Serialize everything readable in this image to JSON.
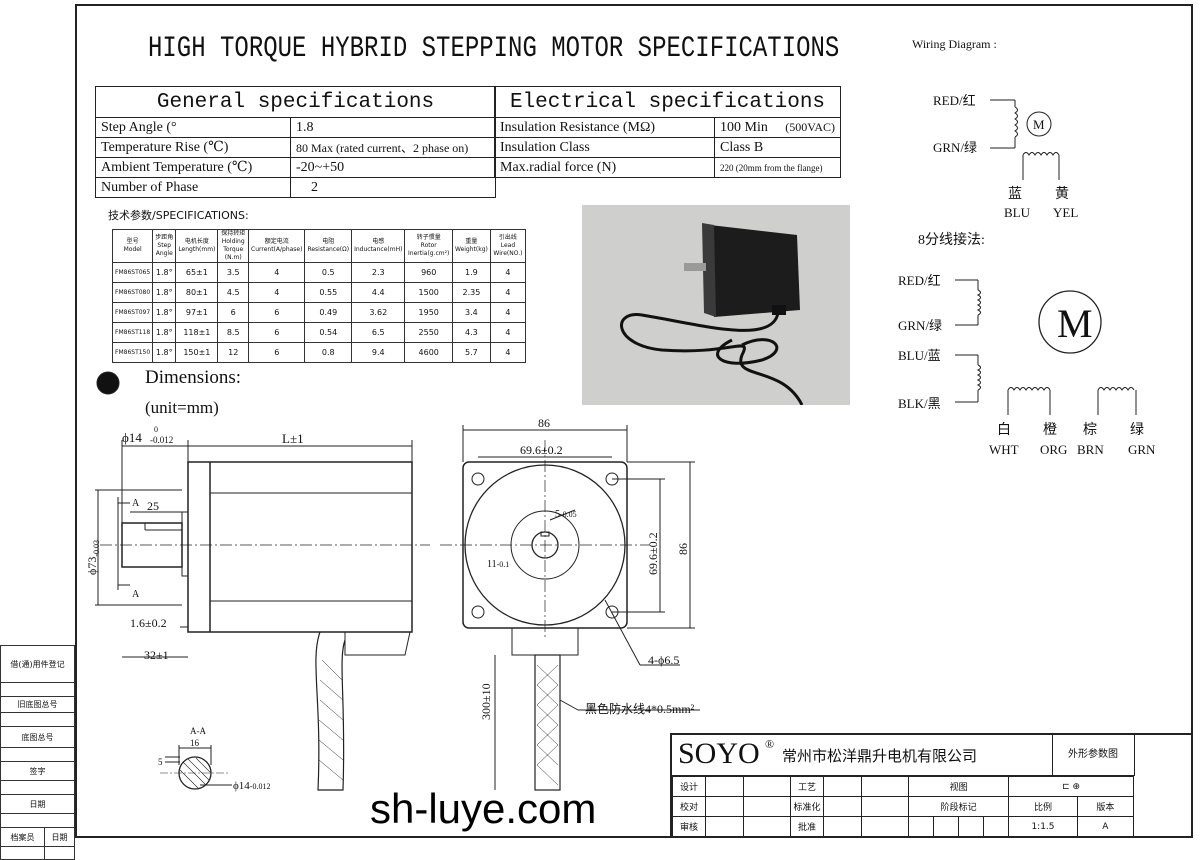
{
  "title": "HIGH TORQUE HYBRID STEPPING MOTOR SPECIFICATIONS",
  "general": {
    "heading": "General specifications",
    "rows": [
      {
        "label": "Step Angle (°",
        "value": "1.8"
      },
      {
        "label": "Temperature Rise (℃)",
        "value": "80 Max (rated current、2 phase on)"
      },
      {
        "label": "Ambient Temperature (℃)",
        "value": "-20~+50"
      },
      {
        "label": "Number of Phase",
        "value": "2"
      }
    ]
  },
  "electrical": {
    "heading": "Electrical specifications",
    "rows": [
      {
        "label": "Insulation Resistance (MΩ)",
        "value": "100 Min",
        "note": "(500VAC)"
      },
      {
        "label": "Insulation Class",
        "value": "Class B",
        "note": ""
      },
      {
        "label": "Max.radial force (N)",
        "value": "220",
        "note": "(20mm from the flange)"
      }
    ]
  },
  "model_table": {
    "caption": "技术参数/SPECIFICATIONS:",
    "headers": [
      {
        "cn": "型号",
        "en": "Model"
      },
      {
        "cn": "步距角",
        "en": "Step Angle"
      },
      {
        "cn": "电机长度",
        "en": "Length(mm)"
      },
      {
        "cn": "保持转矩",
        "en": "Holding Torque (N.m)"
      },
      {
        "cn": "额定电流",
        "en": "Current(A/phase)"
      },
      {
        "cn": "电阻",
        "en": "Resistance(Ω)"
      },
      {
        "cn": "电感",
        "en": "Inductance(mH)"
      },
      {
        "cn": "转子惯量",
        "en": "Rotor Inertia(g.cm²)"
      },
      {
        "cn": "重量",
        "en": "Weight(kg)"
      },
      {
        "cn": "引出线",
        "en": "Lead Wire(NO.)"
      }
    ],
    "rows": [
      [
        "FM86ST065",
        "1.8°",
        "65±1",
        "3.5",
        "4",
        "0.5",
        "2.3",
        "960",
        "1.9",
        "4"
      ],
      [
        "FM86ST080",
        "1.8°",
        "80±1",
        "4.5",
        "4",
        "0.55",
        "4.4",
        "1500",
        "2.35",
        "4"
      ],
      [
        "FM86ST097",
        "1.8°",
        "97±1",
        "6",
        "6",
        "0.49",
        "3.62",
        "1950",
        "3.4",
        "4"
      ],
      [
        "FM86ST118",
        "1.8°",
        "118±1",
        "8.5",
        "6",
        "0.54",
        "6.5",
        "2550",
        "4.3",
        "4"
      ],
      [
        "FM86ST150",
        "1.8°",
        "150±1",
        "12",
        "6",
        "0.8",
        "9.4",
        "4600",
        "5.7",
        "4"
      ]
    ]
  },
  "wiring": {
    "title": "Wiring Diagram :",
    "four": {
      "red": "RED/红",
      "grn": "GRN/绿",
      "blu_cn": "蓝",
      "blu": "BLU",
      "yel_cn": "黄",
      "yel": "YEL",
      "motor": "M"
    },
    "eight_title": "8分线接法:",
    "eight": {
      "red": "RED/红",
      "grn": "GRN/绿",
      "blu": "BLU/蓝",
      "blk": "BLK/黑",
      "wht_cn": "白",
      "wht": "WHT",
      "org_cn": "橙",
      "org": "ORG",
      "brn_cn": "棕",
      "brn": "BRN",
      "grn2_cn": "绿",
      "grn2": "GRN",
      "motor": "M"
    }
  },
  "dimensions": {
    "title": "Dimensions:",
    "unit": "(unit=mm)",
    "shaft_dia": "ϕ14",
    "shaft_tol_up": "0",
    "shaft_tol_low": "-0.012",
    "length": "L±1",
    "key_len": "25",
    "section_a": "A",
    "boss_dia": "ϕ73",
    "boss_tol_up": "0",
    "boss_tol_low": "-0.03",
    "boss_height": "1.6±0.2",
    "shaft_len": "32±1",
    "flange": "86",
    "hole_spacing": "69.6±0.2",
    "key_w": "5",
    "key_w_up": "0",
    "key_w_low": "-0.05",
    "flat": "11",
    "flat_up": "0",
    "flat_low": "-0.1",
    "hole_spacing_v": "69.6±0.2",
    "flange_v": "86",
    "holes": "4-ϕ6.5",
    "cable_len": "300±10",
    "cable_note": "黑色防水线4*0.5mm²",
    "section_label": "A-A",
    "sec_w": "16",
    "sec_h": "5",
    "sec_dia": "ϕ14",
    "sec_up": "0",
    "sec_low": "-0.012"
  },
  "stamp": [
    "借(通)用件登记",
    "旧底图总号",
    "底图总号",
    "签字",
    "日期",
    "档案员",
    "日期"
  ],
  "title_block": {
    "brand": "SOYO",
    "reg": "®",
    "company": "常州市松洋鼎升电机有限公司",
    "drawing_name": "外形参数图",
    "design": "设计",
    "check": "校对",
    "review": "审核",
    "process": "工艺",
    "standard": "标准化",
    "approve": "批准",
    "view": "视图",
    "stage": "阶段标记",
    "scale": "比例",
    "version": "版本",
    "scale_value": "1:1.5",
    "version_value": "A"
  },
  "watermark": "sh-luye.com"
}
